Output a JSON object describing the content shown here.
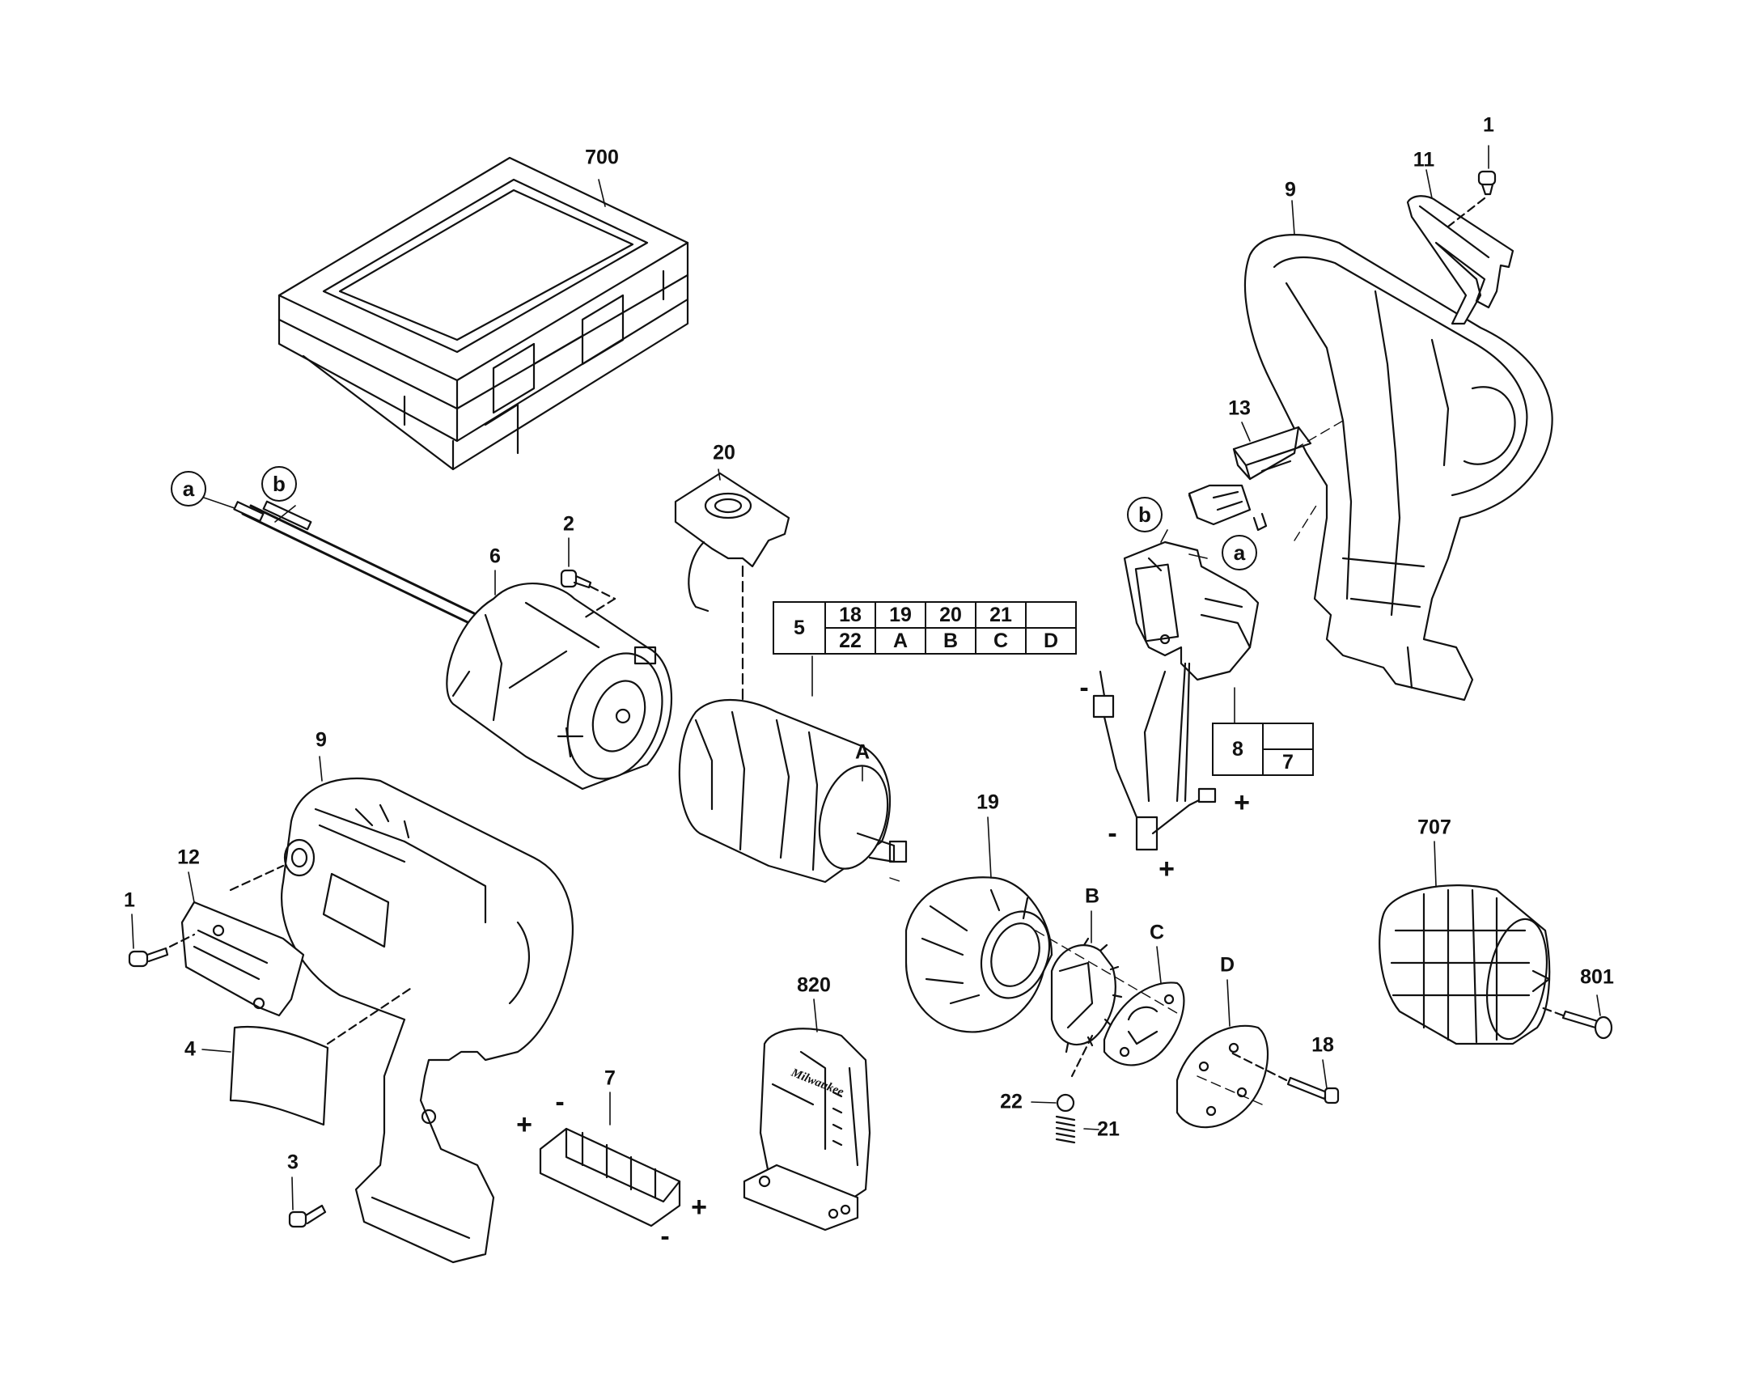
{
  "callouts": {
    "n700": "700",
    "n1_top": "1",
    "n11": "11",
    "n9_top": "9",
    "n13": "13",
    "n20": "20",
    "n2": "2",
    "n6": "6",
    "nA": "A",
    "n19": "19",
    "n9_left": "9",
    "n12": "12",
    "n1_left": "1",
    "n4": "4",
    "n3": "3",
    "n7": "7",
    "n820": "820",
    "nB": "B",
    "nC": "C",
    "nD": "D",
    "n22": "22",
    "n21": "21",
    "n18": "18",
    "n707": "707",
    "n801": "801"
  },
  "wire_labels": {
    "a_left": "a",
    "b_left": "b",
    "a_switch": "a",
    "b_switch": "b"
  },
  "signs": {
    "minus": "-",
    "plus": "+"
  },
  "kit_table": {
    "main": "5",
    "row1": [
      "18",
      "19",
      "20",
      "21",
      ""
    ],
    "row2": [
      "22",
      "A",
      "B",
      "C",
      "D"
    ]
  },
  "switch_table": {
    "main": "8",
    "top_right": "",
    "bottom_right": "7"
  },
  "brand_mark": "Milwaukee"
}
